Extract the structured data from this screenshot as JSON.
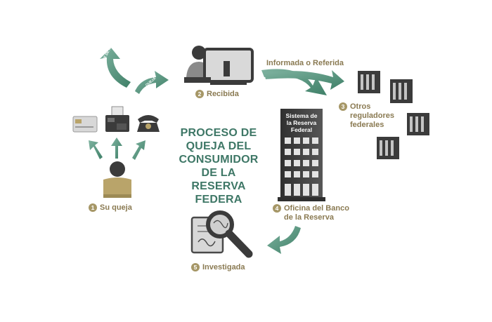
{
  "title_lines": [
    "PROCESO DE",
    "QUEJA DEL",
    "CONSUMIDOR",
    "DE LA RESERVA",
    "FEDERA"
  ],
  "steps": [
    {
      "number": "1",
      "label_lines": [
        "Su queja"
      ]
    },
    {
      "number": "2",
      "label_lines": [
        "Recibida"
      ]
    },
    {
      "number": "3",
      "label_lines": [
        "Otros",
        "reguladores",
        "federales"
      ]
    },
    {
      "number": "4",
      "label_lines": [
        "Oficina del Banco",
        "de la Reserva"
      ]
    },
    {
      "number": "5",
      "label_lines": [
        "Investigada"
      ]
    }
  ],
  "bank_sign_lines": [
    "Sistema de",
    "la Reserva",
    "Federal"
  ],
  "arrow_labels": {
    "referred": "Informada o Referida",
    "receipt": "ACUSE DE RECIBO",
    "complaint": "QUEJA"
  },
  "icons": [
    "person-icon",
    "credit-card-icon",
    "fax-icon",
    "telephone-icon",
    "computer-agent-icon",
    "federal-reserve-building-icon",
    "office-building-icon",
    "magnifying-glass-document-icon"
  ],
  "colors": {
    "arrow": "#4e8f78",
    "title": "#3e7766",
    "label": "#8a7a52",
    "badge": "#a69767",
    "icon_dark": "#3b3b3b",
    "person_body": "#b9a46a"
  }
}
